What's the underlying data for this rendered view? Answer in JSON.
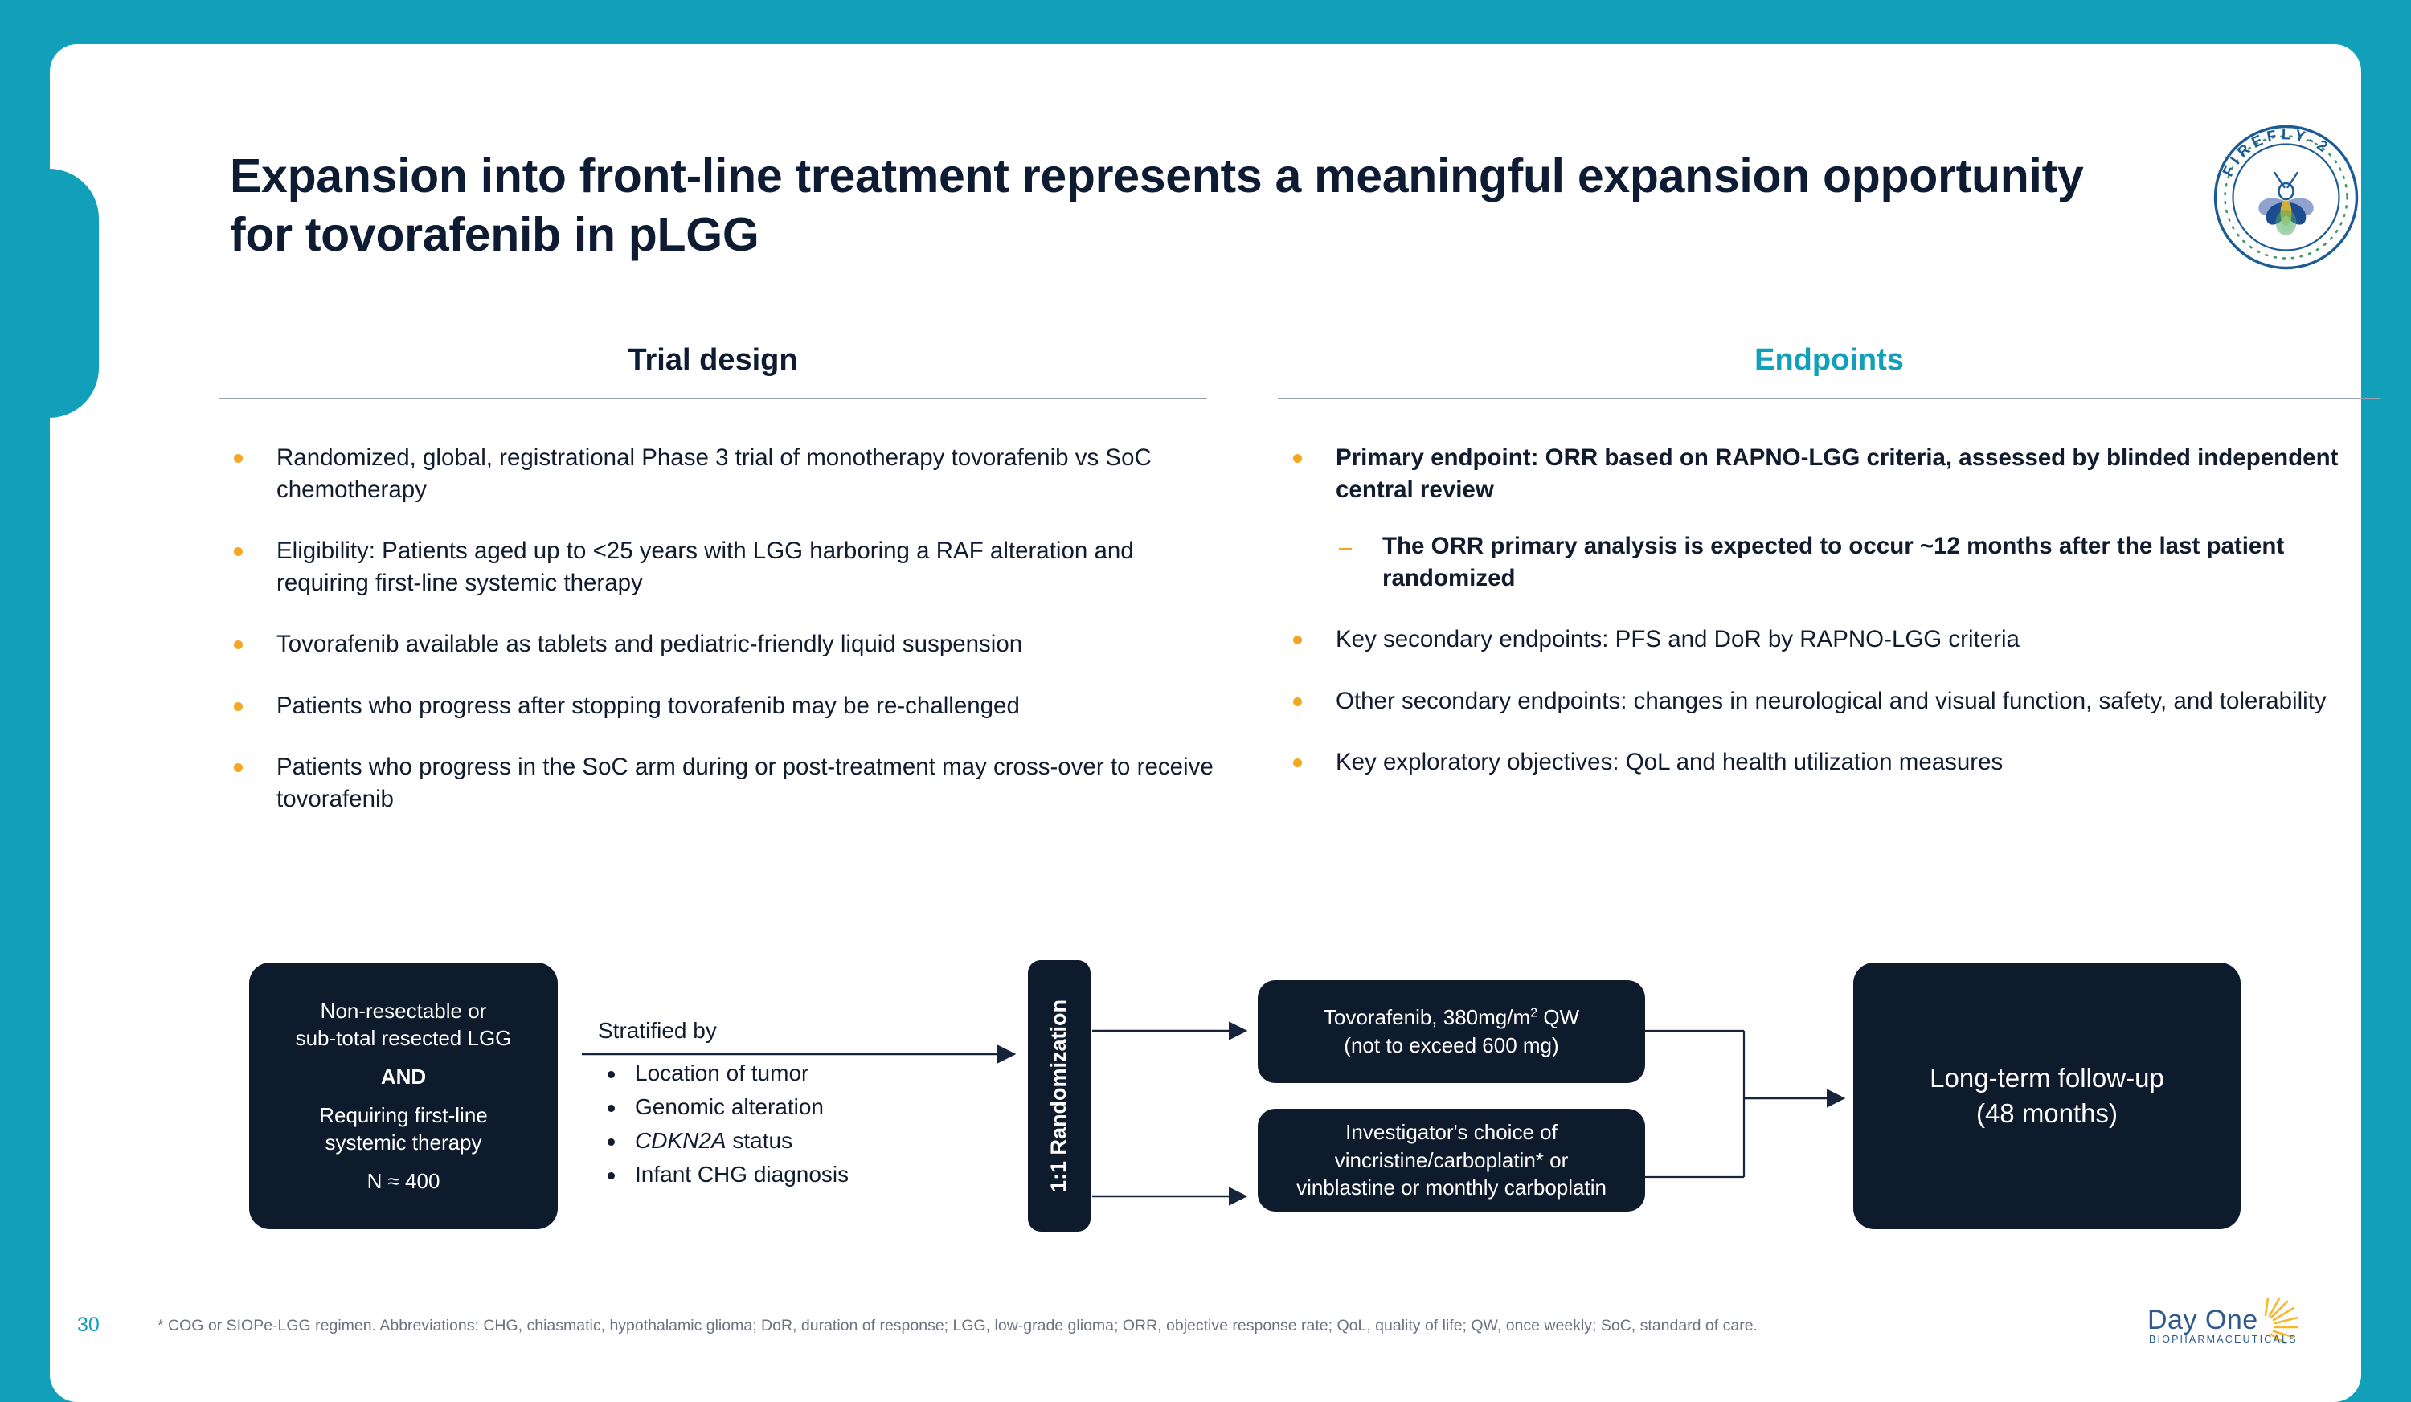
{
  "theme": {
    "teal": "#119FBA",
    "navy": "#0D1B2D",
    "bullet_amber": "#F5A623",
    "body_text": "#111C2E"
  },
  "title": "Expansion into front-line treatment represents a meaningful expansion opportunity for tovorafenib in pLGG",
  "logo_firefly": {
    "name": "firefly-2-logo",
    "text": "FIREFLY-2"
  },
  "columns": {
    "trial_design": {
      "heading": "Trial design",
      "bullets": [
        "Randomized, global, registrational Phase 3 trial of monotherapy tovorafenib vs SoC chemotherapy",
        "Eligibility: Patients aged up to <25 years with LGG harboring a RAF alteration and requiring first-line systemic therapy",
        "Tovorafenib available as tablets and pediatric-friendly liquid suspension",
        "Patients who progress after stopping tovorafenib may be re-challenged",
        "Patients who progress in the SoC arm during or post-treatment may cross-over to receive tovorafenib"
      ]
    },
    "endpoints": {
      "heading": "Endpoints",
      "bullets": [
        {
          "text": "Primary endpoint: ORR based on RAPNO-LGG criteria, assessed by blinded independent central review",
          "bold": true,
          "level": 1
        },
        {
          "text": "The ORR primary analysis is expected to occur ~12 months after the last patient randomized",
          "bold": true,
          "level": 2
        },
        {
          "text": "Key secondary endpoints: PFS and DoR by RAPNO-LGG criteria",
          "bold": false,
          "level": 1
        },
        {
          "text": "Other secondary endpoints: changes in neurological and visual function, safety, and tolerability",
          "bold": false,
          "level": 1
        },
        {
          "text": "Key exploratory objectives: QoL and health utilization measures",
          "bold": false,
          "level": 1
        }
      ]
    }
  },
  "flow": {
    "population_box": {
      "line1": "Non-resectable or",
      "line2": "sub-total resected LGG",
      "and_label": "AND",
      "line3": "Requiring first-line",
      "line4": "systemic therapy",
      "n_label": "N ≈ 400"
    },
    "stratified": {
      "title": "Stratified by",
      "items": [
        "Location of tumor",
        "Genomic alteration",
        "CDKN2A status",
        "Infant CHG diagnosis"
      ],
      "italic_item_index": 2,
      "italic_part": "CDKN2A",
      "italic_rest": " status"
    },
    "randomization_label": "1:1 Randomization",
    "arm1": {
      "line1_pre": "Tovorafenib, 380mg/m",
      "line1_sup": "2",
      "line1_post": " QW",
      "line2": "(not to exceed 600 mg)"
    },
    "arm2": {
      "line1": "Investigator's choice of",
      "line2": "vincristine/carboplatin* or",
      "line3": "vinblastine or monthly carboplatin"
    },
    "followup": {
      "line1": "Long-term follow-up",
      "line2": "(48 months)"
    }
  },
  "footer": {
    "page_number": "30",
    "footnote": "* COG or SIOPe-LGG regimen. Abbreviations: CHG, chiasmatic, hypothalamic glioma; DoR, duration of response; LGG, low-grade glioma; ORR, objective response rate; QoL, quality of life; QW, once weekly; SoC, standard of care.",
    "logo": {
      "name": "day-one-biopharmaceuticals-logo",
      "wordmark": "Day One",
      "subtext": "BIOPHARMACEUTICALS"
    }
  }
}
